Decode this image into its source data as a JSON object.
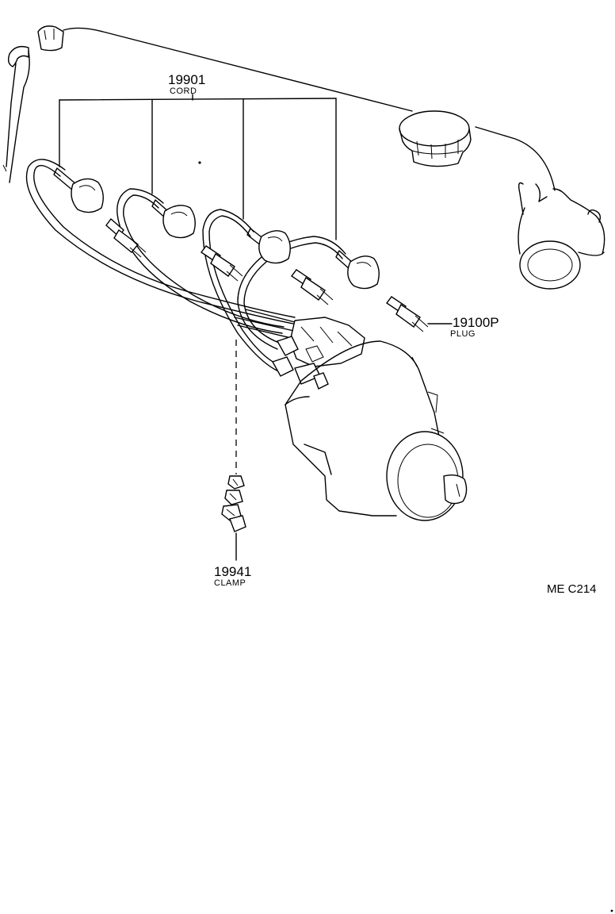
{
  "callouts": {
    "cord": {
      "part_number": "19901",
      "name": "CORD"
    },
    "plug": {
      "part_number": "19100P",
      "name": "PLUG"
    },
    "clamp": {
      "part_number": "19941",
      "name": "CLAMP"
    }
  },
  "figure_code": "ME C214"
}
